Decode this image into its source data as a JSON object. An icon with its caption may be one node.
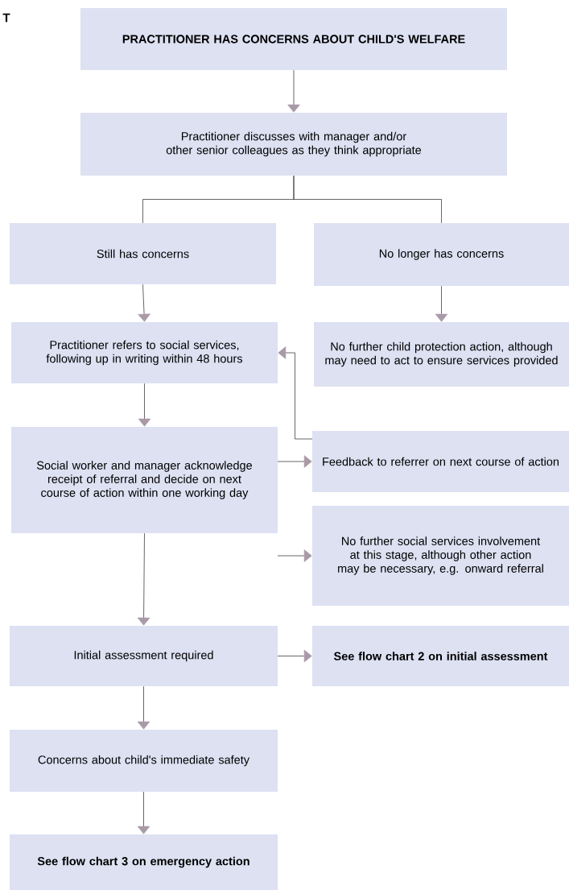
{
  "diagram": {
    "nodes": [
      {
        "text": [
          "PRACTITIONER HAS CONCERNS ABOUT CHILD'S WELFARE"
        ]
      },
      {
        "text": [
          "Practitioner discusses with manager and/or other senior colleagues as they think appropriate"
        ]
      },
      {
        "text": [
          "Still has concerns"
        ]
      },
      {
        "text": [
          "No longer has concerns"
        ]
      },
      {
        "text": [
          "Practitioner refers to social services, following up in writing within 48 hours"
        ]
      },
      {
        "text": [
          "No further child protection action, although may need to act to ensure services provided"
        ]
      },
      {
        "text": [
          "Social worker and manager acknowledge receipt of referral and decide on next course of action within one working day"
        ]
      },
      {
        "text": [
          "Feedback to referrer on next course of action"
        ]
      },
      {
        "text": [
          "No further social services involvement at this stage, although other action may be necessary, e.g. onward referral"
        ]
      },
      {
        "text": [
          "Initial assessment required"
        ]
      },
      {
        "text": [
          "See flow chart 2 on initial assessment"
        ]
      },
      {
        "text": [
          "Concerns about child's immediate safety"
        ]
      },
      {
        "text": [
          "See flow chart 3 on emergency action"
        ]
      }
    ],
    "edges": [
      {
        "from": 0,
        "to": 1,
        "arrow": "to"
      },
      {
        "from": 1,
        "to": 2,
        "arrow": "none"
      },
      {
        "from": 1,
        "to": 3,
        "arrow": "none"
      },
      {
        "from": 2,
        "to": 4,
        "arrow": "to"
      },
      {
        "from": 3,
        "to": 5,
        "arrow": "to"
      },
      {
        "from": 4,
        "to": 6,
        "arrow": "to"
      },
      {
        "from": 6,
        "to": 7,
        "arrow": "to"
      },
      {
        "from": 6,
        "to": 8,
        "arrow": "to"
      },
      {
        "from": 7,
        "to": 4,
        "arrow": "to"
      },
      {
        "from": 6,
        "to": 9,
        "arrow": "to"
      },
      {
        "from": 9,
        "to": 10,
        "arrow": "to"
      },
      {
        "from": 9,
        "to": 11,
        "arrow": "to"
      },
      {
        "from": 11,
        "to": 12,
        "arrow": "to"
      }
    ],
    "labels": [
      "T"
    ]
  }
}
